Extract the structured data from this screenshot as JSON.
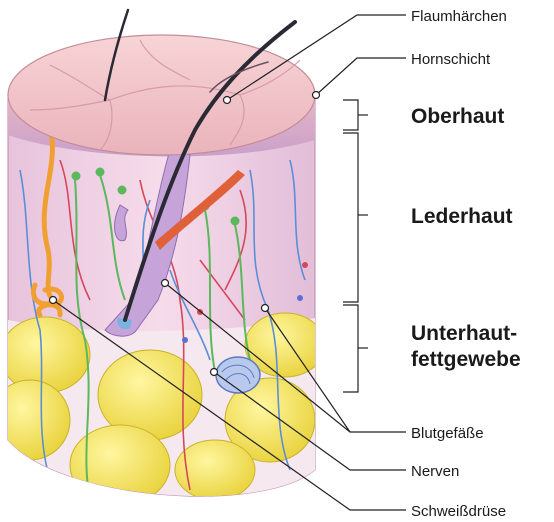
{
  "labels": {
    "flaumhaerchen": "Flaumhärchen",
    "hornschicht": "Hornschicht",
    "oberhaut": "Oberhaut",
    "lederhaut": "Lederhaut",
    "unterhaut_line1": "Unterhaut-",
    "unterhaut_line2": "fettgewebe",
    "blutgefaesse": "Blutgefäße",
    "nerven": "Nerven",
    "schweissdruese": "Schweißdrüse"
  },
  "colors": {
    "epidermis_top": "#f2c6cc",
    "dermis": "#f3d8e8",
    "fat": "#f3e24a",
    "nerve": "#5cb85c",
    "vessel_blue": "#5a8fd6",
    "vessel_red": "#d4485a",
    "gland": "#f0a030",
    "hair": "#2a2a35"
  }
}
